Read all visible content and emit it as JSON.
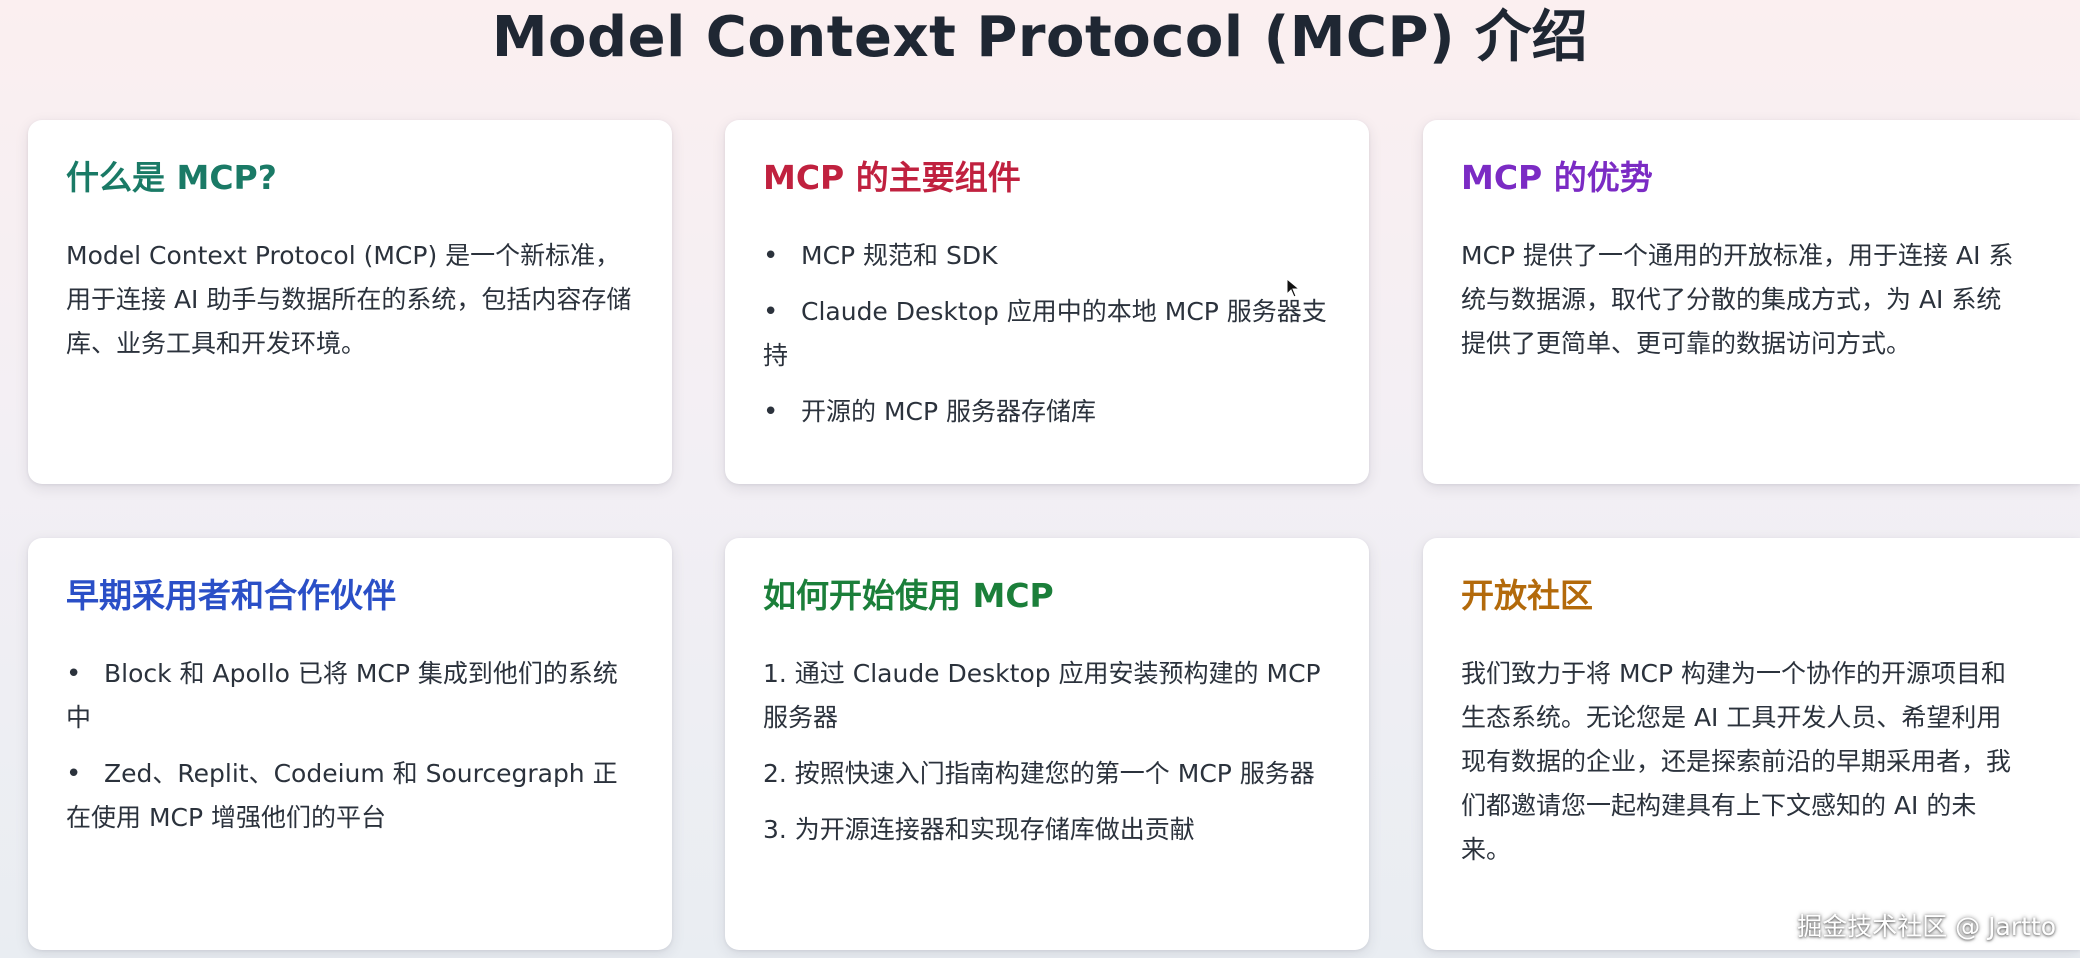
{
  "title": "Model Context Protocol (MCP) 介绍",
  "colors": {
    "teal": "#1a7a66",
    "crimson": "#c0213f",
    "purple": "#7b2bc4",
    "blue": "#2a4fc7",
    "green": "#1b7f3a",
    "amber": "#b36a0b"
  },
  "cards": [
    {
      "title": "什么是 MCP?",
      "color": "#1a7a66",
      "text": "Model Context Protocol (MCP) 是一个新标准，用于连接 AI 助手与数据所在的系统，包括内容存储库、业务工具和开发环境。"
    },
    {
      "title": "MCP 的主要组件",
      "color": "#c0213f",
      "items": [
        "MCP 规范和 SDK",
        "Claude Desktop 应用中的本地 MCP 服务器支持",
        "开源的 MCP 服务器存储库"
      ]
    },
    {
      "title": "MCP 的优势",
      "color": "#7b2bc4",
      "text": "MCP 提供了一个通用的开放标准，用于连接 AI 系统与数据源，取代了分散的集成方式，为 AI 系统提供了更简单、更可靠的数据访问方式。"
    },
    {
      "title": "早期采用者和合作伙伴",
      "color": "#2a4fc7",
      "items": [
        "Block 和 Apollo 已将 MCP 集成到他们的系统中",
        "Zed、Replit、Codeium 和 Sourcegraph 正在使用 MCP 增强他们的平台"
      ]
    },
    {
      "title": "如何开始使用 MCP",
      "color": "#1b7f3a",
      "steps": [
        "1. 通过 Claude Desktop 应用安装预构建的 MCP 服务器",
        "2. 按照快速入门指南构建您的第一个 MCP 服务器",
        "3. 为开源连接器和实现存储库做出贡献"
      ]
    },
    {
      "title": "开放社区",
      "color": "#b36a0b",
      "text": "我们致力于将 MCP 构建为一个协作的开源项目和生态系统。无论您是 AI 工具开发人员、希望利用现有数据的企业，还是探索前沿的早期采用者，我们都邀请您一起构建具有上下文感知的 AI 的未来。"
    }
  ],
  "watermark": "掘金技术社区 @ Jartto"
}
